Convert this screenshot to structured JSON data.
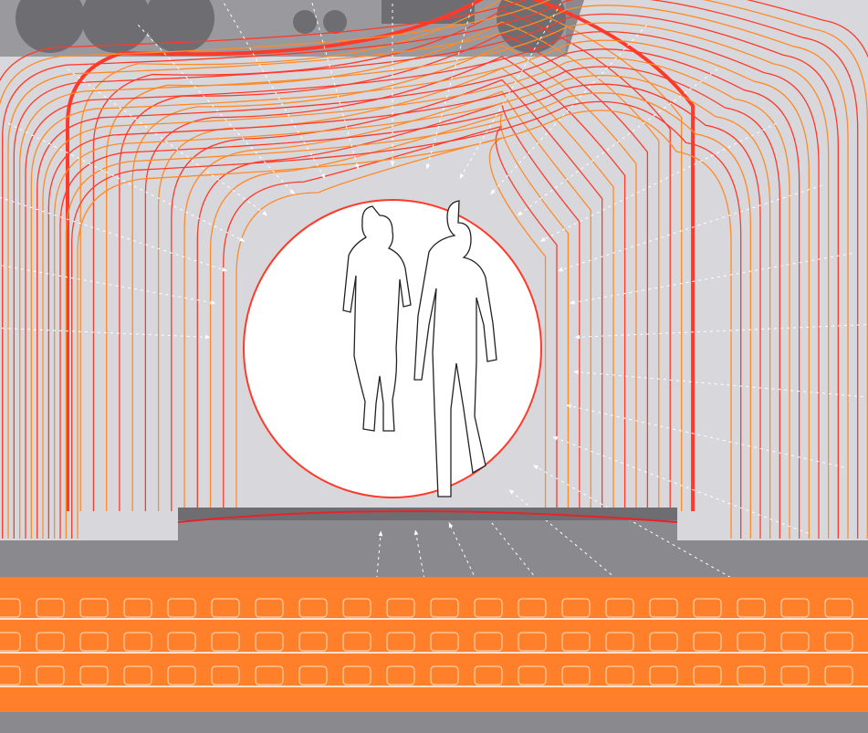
{
  "figure": {
    "colors": {
      "background_light": "#d8d8dc",
      "wall_gray": "#8a8a8e",
      "ceiling_gray": "#9a9a9e",
      "contour_orange": "#ff8a2a",
      "contour_red": "#ff3a2a",
      "outline_red": "#e8222a",
      "band_orange": "#ff7f2a",
      "arrow_white": "#ffffff",
      "figure_fill": "#ffffff",
      "figure_stroke": "#222222"
    },
    "elements": {
      "ceiling_circles": [
        "large-circle",
        "large-circle",
        "large-circle",
        "small-circle",
        "small-circle",
        "large-circle"
      ],
      "ceiling_rect": "rectangle",
      "silhouettes": [
        "woman-silhouette",
        "man-silhouette"
      ],
      "band_rows": 3
    }
  }
}
